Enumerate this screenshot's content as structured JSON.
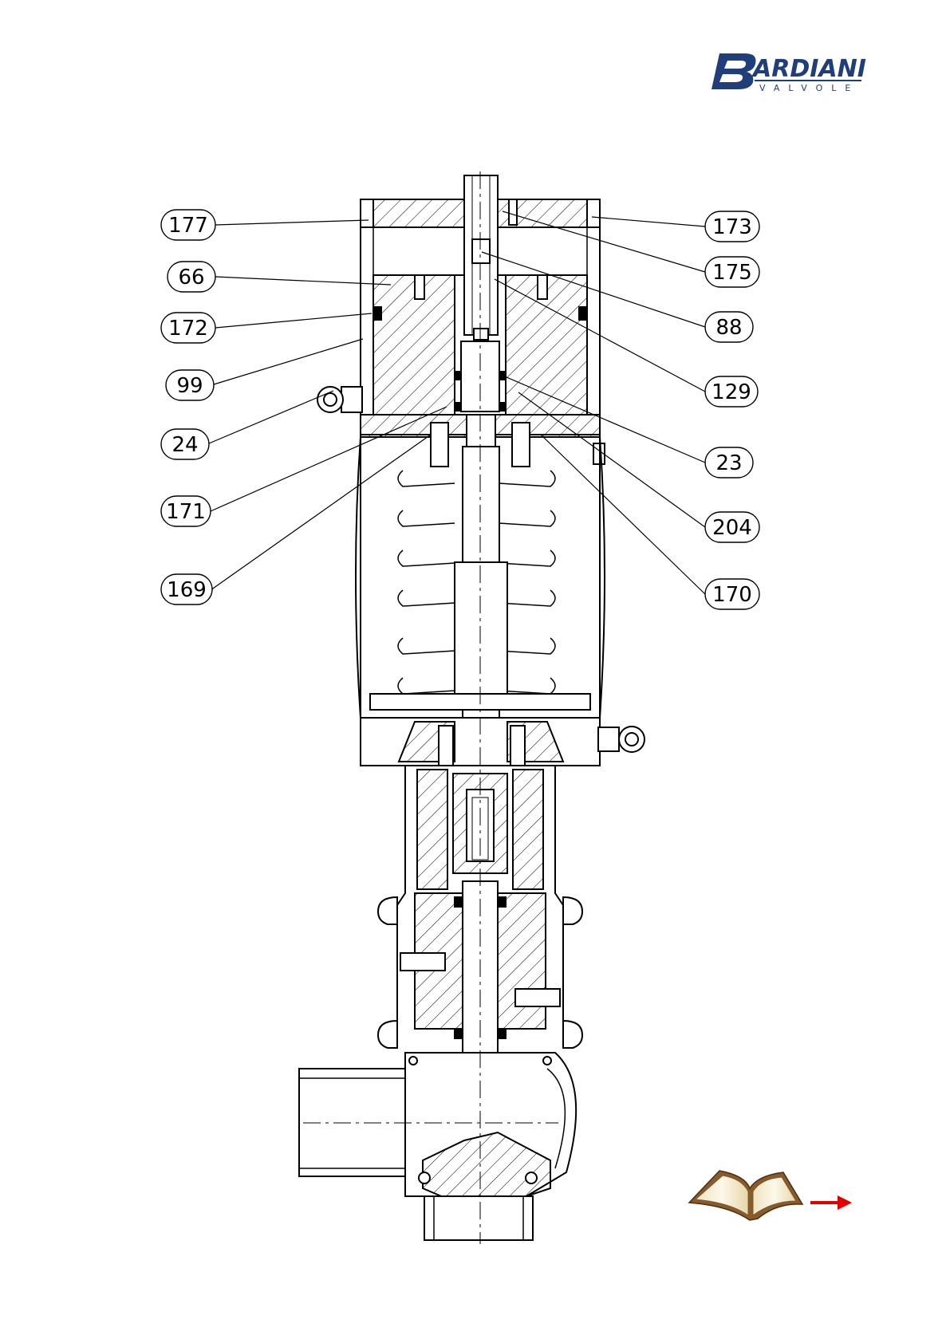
{
  "logo": {
    "wordmark": "ARDIANI",
    "subtitle": "VALVOLE",
    "color": "#1f3e7a"
  },
  "callouts": [
    {
      "label": "177"
    },
    {
      "label": "66"
    },
    {
      "label": "172"
    },
    {
      "label": "99"
    },
    {
      "label": "24"
    },
    {
      "label": "171"
    },
    {
      "label": "169"
    },
    {
      "label": "173"
    },
    {
      "label": "175"
    },
    {
      "label": "88"
    },
    {
      "label": "129"
    },
    {
      "label": "23"
    },
    {
      "label": "204"
    },
    {
      "label": "170"
    }
  ],
  "navigation": {
    "book_icon": "open-book-icon",
    "next_icon": "arrow-right-icon",
    "arrow_color": "#e00000"
  }
}
